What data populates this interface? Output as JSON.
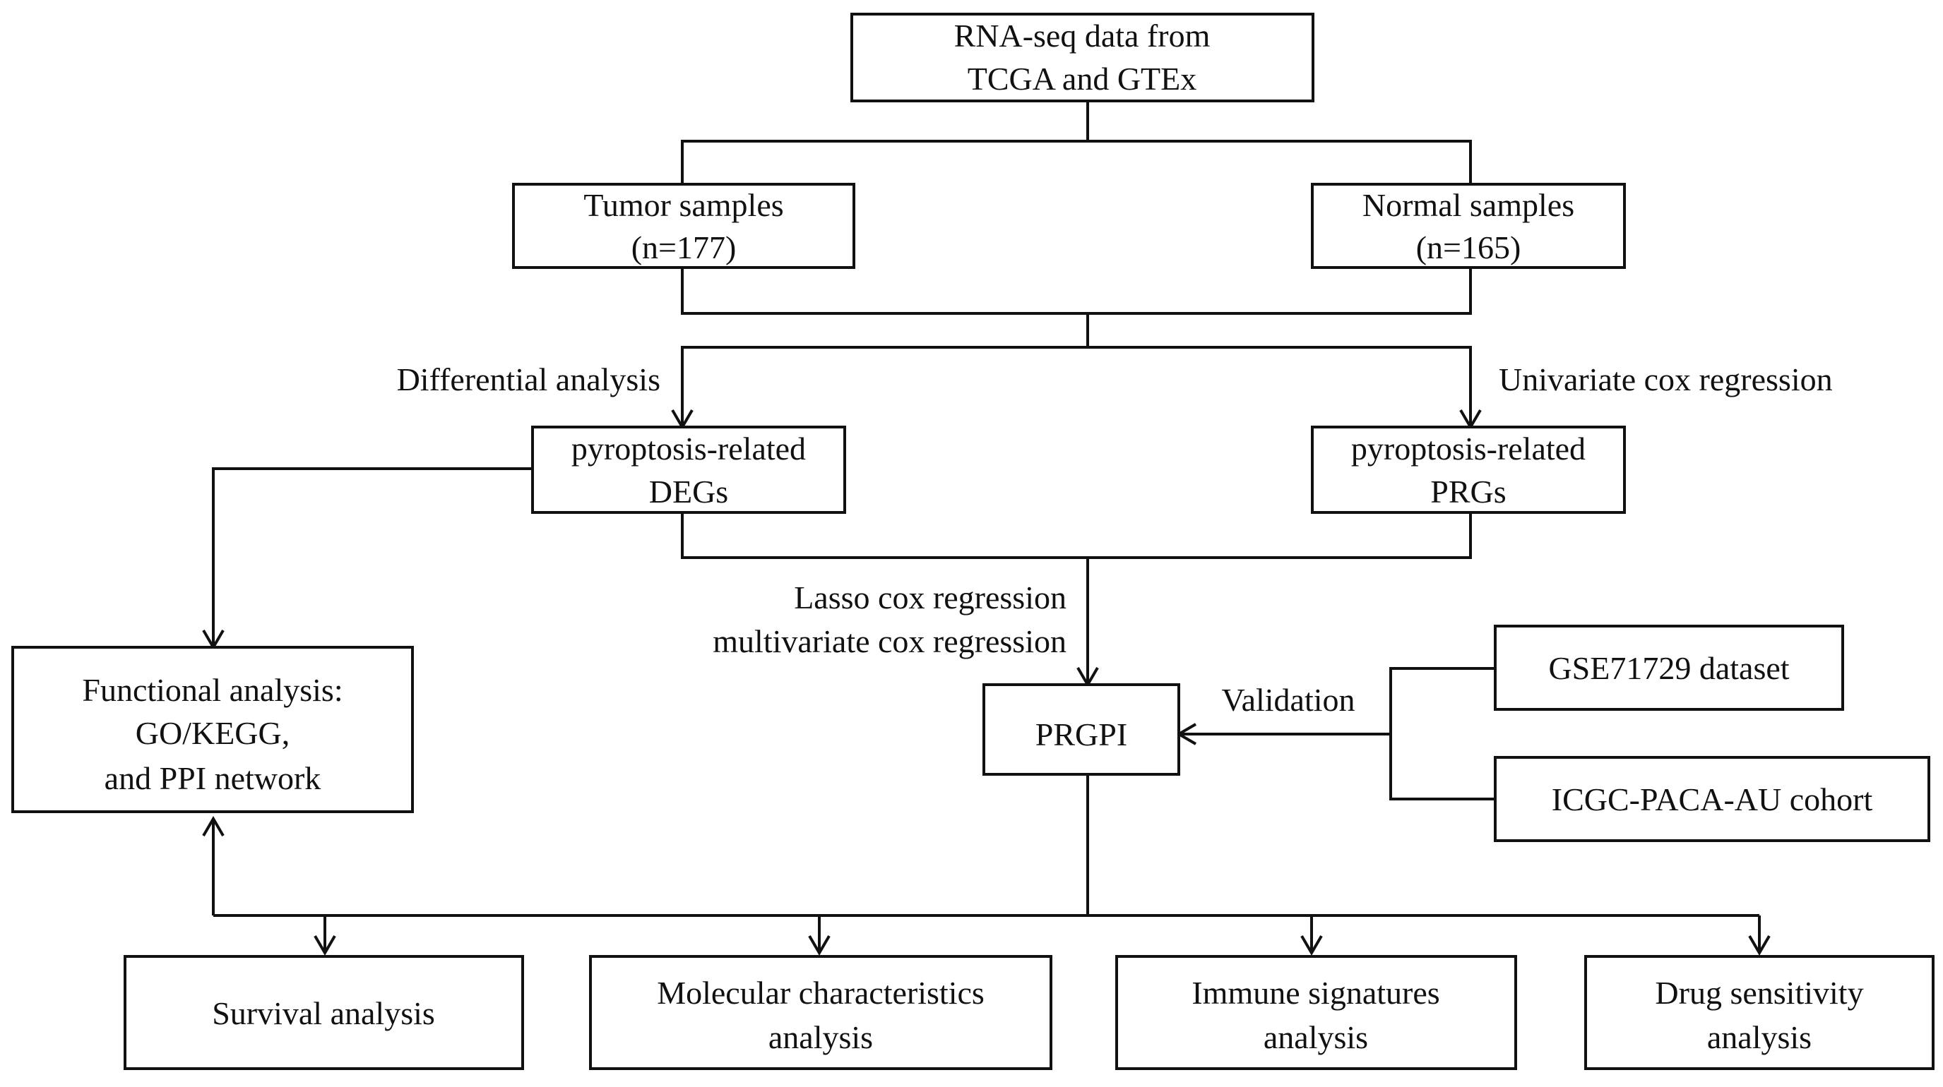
{
  "boxes": {
    "source": {
      "line1": "RNA-seq data from",
      "line2": "TCGA and GTEx"
    },
    "tumor": {
      "line1": "Tumor samples",
      "line2": "(n=177)"
    },
    "normal": {
      "line1": "Normal samples",
      "line2": "(n=165)"
    },
    "degs": {
      "line1": "pyroptosis-related",
      "line2": "DEGs"
    },
    "prgs": {
      "line1": "pyroptosis-related",
      "line2": "PRGs"
    },
    "functional": {
      "line1": "Functional analysis:",
      "line2": "GO/KEGG,",
      "line3": "and PPI network"
    },
    "prgpi": {
      "label": "PRGPI"
    },
    "gse": {
      "label": "GSE71729 dataset"
    },
    "icgc": {
      "label": "ICGC-PACA-AU cohort"
    },
    "survival": {
      "label": "Survival analysis"
    },
    "molecular": {
      "line1": "Molecular characteristics",
      "line2": "analysis"
    },
    "immune": {
      "line1": "Immune signatures",
      "line2": "analysis"
    },
    "drug": {
      "line1": "Drug sensitivity",
      "line2": "analysis"
    }
  },
  "edge_labels": {
    "differential": "Differential analysis",
    "univariate": "Univariate cox regression",
    "lasso": "Lasso cox regression",
    "multivariate": "multivariate cox regression",
    "validation": "Validation"
  }
}
